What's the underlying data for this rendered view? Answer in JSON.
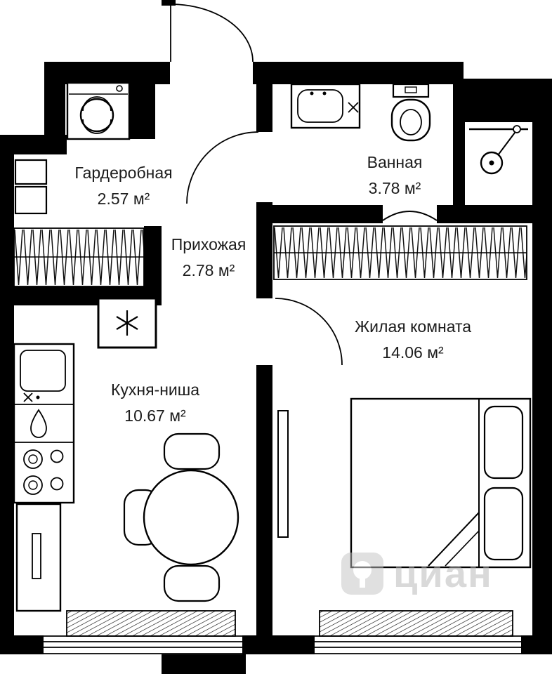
{
  "plan": {
    "rooms": [
      {
        "name": "Гардеробная",
        "area": "2.57 м²"
      },
      {
        "name": "Прихожая",
        "area": "2.78 м²"
      },
      {
        "name": "Ванная",
        "area": "3.78 м²"
      },
      {
        "name": "Жилая комната",
        "area": "14.06 м²"
      },
      {
        "name": "Кухня-ниша",
        "area": "10.67 м²"
      }
    ],
    "watermark": "циан",
    "colors": {
      "wall": "#000000",
      "text": "#1c1c1c",
      "watermark": "#c0c0c0"
    },
    "icons": [
      "washing-machine-icon",
      "wardrobe-rail-icon",
      "bathroom-sink-icon",
      "toilet-icon",
      "shower-icon",
      "ventilation-shaft-icon",
      "kitchen-sink-icon",
      "water-drop-icon",
      "stove-icon",
      "tall-cabinet-icon",
      "dining-table-icon",
      "chair-icon",
      "bed-icon",
      "pillow-icon",
      "tv-console-icon",
      "radiator-icon",
      "window-icon",
      "door-arc-icon",
      "cian-logo-icon"
    ]
  }
}
